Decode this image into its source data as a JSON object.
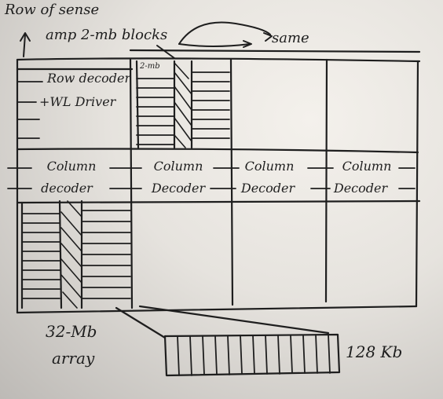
{
  "labels": {
    "top_note_line1": "Row of sense",
    "top_note_line2": "amp 2-mb blocks",
    "same": "same",
    "two_mb": "2-mb",
    "row_decoder_line1": "Row decoder",
    "row_decoder_line2": "+WL Driver",
    "array_line1": "32-Mb",
    "array_line2": "array",
    "bus_size": "128 Kb"
  },
  "column_decoders": [
    {
      "line1": "Column",
      "line2": "decoder"
    },
    {
      "line1": "Column",
      "line2": "Decoder"
    },
    {
      "line1": "Column",
      "line2": "Decoder"
    },
    {
      "line1": "Column",
      "line2": "Decoder"
    }
  ],
  "colors": {
    "ink": "#1e1e1e",
    "paper": "#ece9e4"
  }
}
